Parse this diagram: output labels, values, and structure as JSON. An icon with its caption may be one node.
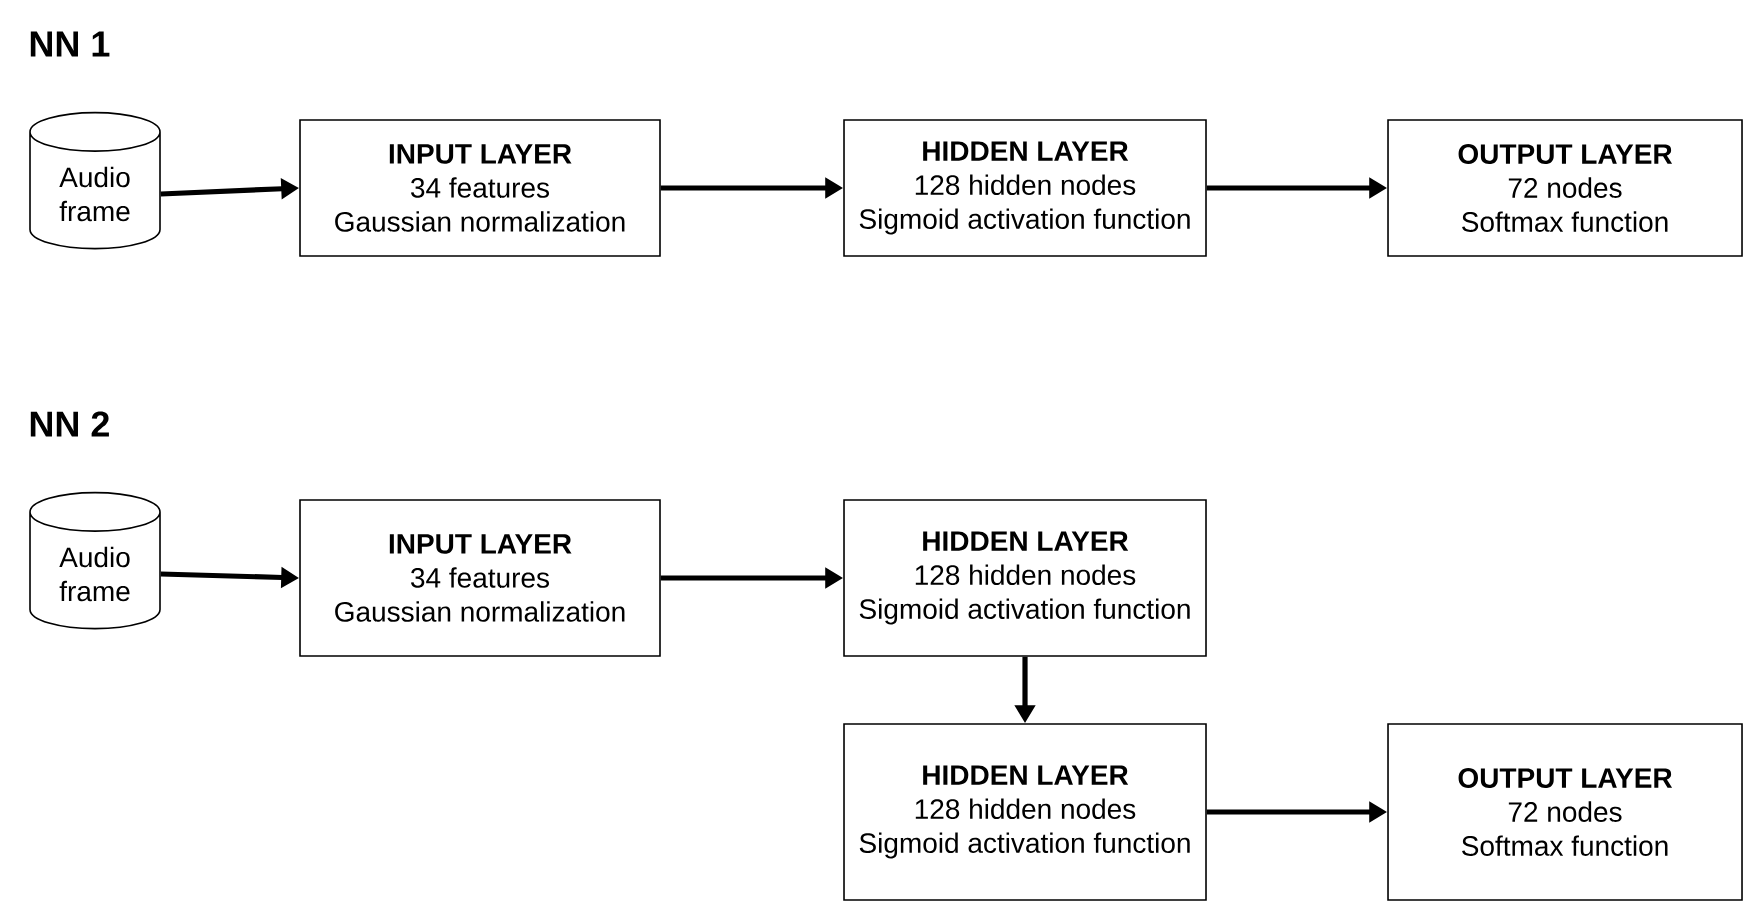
{
  "diagram": {
    "nodes": [
      {
        "text": [
          "Audio frame"
        ]
      },
      {
        "text": [
          "INPUT LAYER",
          "34 features",
          "Gaussian normalization"
        ]
      },
      {
        "text": [
          "HIDDEN LAYER",
          "128 hidden nodes",
          "Sigmoid activation function"
        ]
      },
      {
        "text": [
          "OUTPUT LAYER",
          "72 nodes",
          "Softmax function"
        ]
      },
      {
        "text": [
          "Audio frame"
        ]
      },
      {
        "text": [
          "INPUT LAYER",
          "34 features",
          "Gaussian normalization"
        ]
      },
      {
        "text": [
          "HIDDEN LAYER",
          "128 hidden nodes",
          "Sigmoid activation function"
        ]
      },
      {
        "text": [
          "HIDDEN LAYER",
          "128 hidden nodes",
          "Sigmoid activation function"
        ]
      },
      {
        "text": [
          "OUTPUT LAYER",
          "72 nodes",
          "Softmax function"
        ]
      }
    ],
    "edges": [
      {
        "from": 0,
        "to": 1,
        "arrow": "to"
      },
      {
        "from": 1,
        "to": 2,
        "arrow": "to"
      },
      {
        "from": 2,
        "to": 3,
        "arrow": "to"
      },
      {
        "from": 4,
        "to": 5,
        "arrow": "to"
      },
      {
        "from": 5,
        "to": 6,
        "arrow": "to"
      },
      {
        "from": 6,
        "to": 7,
        "arrow": "to"
      },
      {
        "from": 7,
        "to": 8,
        "arrow": "to"
      }
    ],
    "labels": [
      "NN 1",
      "NN 2"
    ]
  }
}
